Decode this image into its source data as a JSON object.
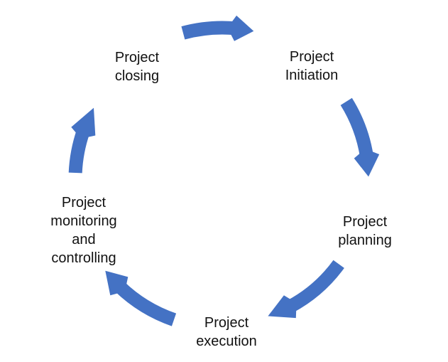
{
  "diagram": {
    "type": "cycle",
    "background_color": "#ffffff",
    "text_color": "#111111",
    "accent_color": "#4472C4",
    "nodes": [
      {
        "id": "project-initiation",
        "label": "Project\nInitiation"
      },
      {
        "id": "project-planning",
        "label": "Project\nplanning"
      },
      {
        "id": "project-execution",
        "label": "Project\nexecution"
      },
      {
        "id": "project-monitoring-and-controlling",
        "label": "Project\nmonitoring\nand\ncontrolling"
      },
      {
        "id": "project-closing",
        "label": "Project\nclosing"
      }
    ],
    "edges": [
      {
        "from": "project-closing",
        "to": "project-initiation",
        "icon": "curved-arrow-icon"
      },
      {
        "from": "project-initiation",
        "to": "project-planning",
        "icon": "curved-arrow-icon"
      },
      {
        "from": "project-planning",
        "to": "project-execution",
        "icon": "curved-arrow-icon"
      },
      {
        "from": "project-execution",
        "to": "project-monitoring-and-controlling",
        "icon": "curved-arrow-icon"
      },
      {
        "from": "project-monitoring-and-controlling",
        "to": "project-closing",
        "icon": "curved-arrow-icon"
      }
    ]
  }
}
